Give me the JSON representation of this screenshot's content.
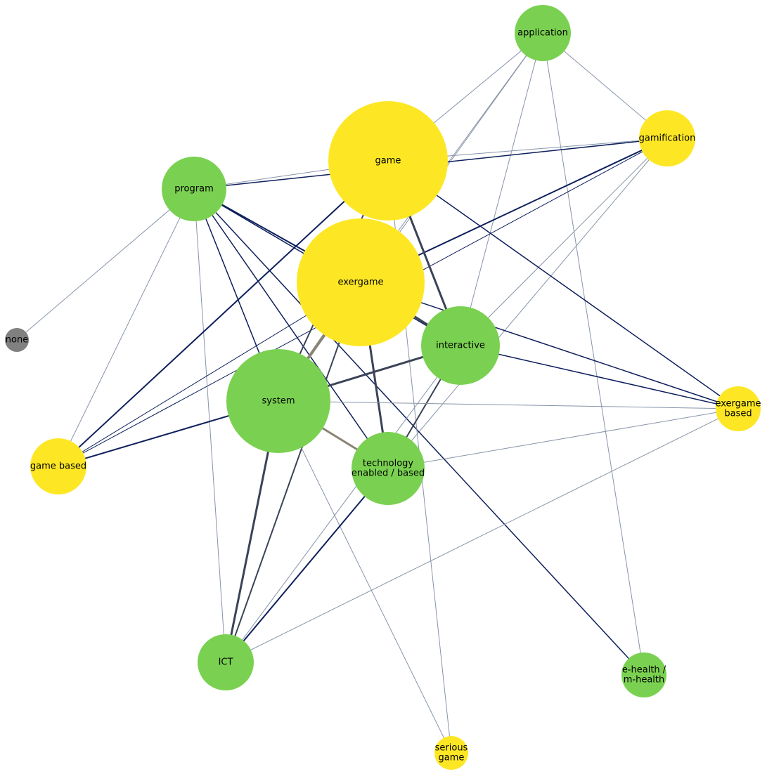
{
  "colors": {
    "group_green": "#7ad151",
    "group_yellow": "#fde725",
    "group_gray": "#808080",
    "edge_navy": "#0d1f5c",
    "edge_slate": "#3b4357",
    "edge_gray": "#8794a8",
    "edge_taupe": "#8a8572",
    "background": "#ffffff"
  },
  "nodes": [
    {
      "id": "application",
      "lines": [
        "application"
      ],
      "group": "green"
    },
    {
      "id": "gamification",
      "lines": [
        "gamification"
      ],
      "group": "yellow"
    },
    {
      "id": "game",
      "lines": [
        "game"
      ],
      "group": "yellow"
    },
    {
      "id": "program",
      "lines": [
        "program"
      ],
      "group": "green"
    },
    {
      "id": "exergame",
      "lines": [
        "exergame"
      ],
      "group": "yellow"
    },
    {
      "id": "none",
      "lines": [
        "none"
      ],
      "group": "gray"
    },
    {
      "id": "interactive",
      "lines": [
        "interactive"
      ],
      "group": "green"
    },
    {
      "id": "system",
      "lines": [
        "system"
      ],
      "group": "green"
    },
    {
      "id": "exergame-based",
      "lines": [
        "exergame",
        "based"
      ],
      "group": "yellow"
    },
    {
      "id": "game-based",
      "lines": [
        "game based"
      ],
      "group": "yellow"
    },
    {
      "id": "technology",
      "lines": [
        "technology",
        "enabled / based"
      ],
      "group": "green"
    },
    {
      "id": "ict",
      "lines": [
        "ICT"
      ],
      "group": "green"
    },
    {
      "id": "ehealth",
      "lines": [
        "e-health /",
        "m-health"
      ],
      "group": "green"
    },
    {
      "id": "serious-game",
      "lines": [
        "serious",
        "game"
      ],
      "group": "yellow"
    }
  ],
  "edges": [
    {
      "source": "application",
      "target": "game",
      "tone": "gray",
      "weight": 1
    },
    {
      "source": "application",
      "target": "exergame",
      "tone": "gray",
      "weight": 1
    },
    {
      "source": "application",
      "target": "gamification",
      "tone": "gray",
      "weight": 1
    },
    {
      "source": "application",
      "target": "interactive",
      "tone": "gray",
      "weight": 1
    },
    {
      "source": "application",
      "target": "system",
      "tone": "gray",
      "weight": 1
    },
    {
      "source": "application",
      "target": "ehealth",
      "tone": "gray",
      "weight": 1
    },
    {
      "source": "gamification",
      "target": "program",
      "tone": "navy",
      "weight": 1.5
    },
    {
      "source": "gamification",
      "target": "game",
      "tone": "gray",
      "weight": 1
    },
    {
      "source": "gamification",
      "target": "exergame",
      "tone": "navy",
      "weight": 2
    },
    {
      "source": "gamification",
      "target": "game-based",
      "tone": "navy",
      "weight": 1
    },
    {
      "source": "gamification",
      "target": "technology",
      "tone": "gray",
      "weight": 1
    },
    {
      "source": "gamification",
      "target": "interactive",
      "tone": "gray",
      "weight": 1
    },
    {
      "source": "program",
      "target": "game",
      "tone": "gray",
      "weight": 1
    },
    {
      "source": "program",
      "target": "none",
      "tone": "gray",
      "weight": 1
    },
    {
      "source": "program",
      "target": "game-based",
      "tone": "gray",
      "weight": 1
    },
    {
      "source": "program",
      "target": "ict",
      "tone": "gray",
      "weight": 1
    },
    {
      "source": "program",
      "target": "system",
      "tone": "navy",
      "weight": 1.5
    },
    {
      "source": "program",
      "target": "technology",
      "tone": "navy",
      "weight": 1.5
    },
    {
      "source": "program",
      "target": "exergame",
      "tone": "navy",
      "weight": 2
    },
    {
      "source": "program",
      "target": "interactive",
      "tone": "navy",
      "weight": 1.5
    },
    {
      "source": "program",
      "target": "ehealth",
      "tone": "navy",
      "weight": 1.5
    },
    {
      "source": "game",
      "target": "interactive",
      "tone": "slate",
      "weight": 3
    },
    {
      "source": "game",
      "target": "exergame-based",
      "tone": "navy",
      "weight": 1.5
    },
    {
      "source": "game",
      "target": "game-based",
      "tone": "navy",
      "weight": 2
    },
    {
      "source": "game",
      "target": "system",
      "tone": "slate",
      "weight": 2
    },
    {
      "source": "game",
      "target": "serious-game",
      "tone": "gray",
      "weight": 1
    },
    {
      "source": "exergame",
      "target": "system",
      "tone": "taupe",
      "weight": 4
    },
    {
      "source": "exergame",
      "target": "interactive",
      "tone": "slate",
      "weight": 3
    },
    {
      "source": "exergame",
      "target": "technology",
      "tone": "slate",
      "weight": 3
    },
    {
      "source": "exergame",
      "target": "exergame-based",
      "tone": "navy",
      "weight": 1.5
    },
    {
      "source": "exergame",
      "target": "game-based",
      "tone": "navy",
      "weight": 1
    },
    {
      "source": "exergame",
      "target": "ict",
      "tone": "slate",
      "weight": 2
    },
    {
      "source": "interactive",
      "target": "system",
      "tone": "slate",
      "weight": 3
    },
    {
      "source": "interactive",
      "target": "technology",
      "tone": "slate",
      "weight": 2
    },
    {
      "source": "interactive",
      "target": "exergame-based",
      "tone": "navy",
      "weight": 1.5
    },
    {
      "source": "interactive",
      "target": "ict",
      "tone": "gray",
      "weight": 1
    },
    {
      "source": "system",
      "target": "technology",
      "tone": "taupe",
      "weight": 3
    },
    {
      "source": "system",
      "target": "game-based",
      "tone": "navy",
      "weight": 2
    },
    {
      "source": "system",
      "target": "ict",
      "tone": "slate",
      "weight": 3
    },
    {
      "source": "system",
      "target": "exergame-based",
      "tone": "gray",
      "weight": 1
    },
    {
      "source": "system",
      "target": "serious-game",
      "tone": "gray",
      "weight": 1
    },
    {
      "source": "technology",
      "target": "ict",
      "tone": "navy",
      "weight": 2
    },
    {
      "source": "technology",
      "target": "exergame-based",
      "tone": "gray",
      "weight": 1
    },
    {
      "source": "exergame-based",
      "target": "ict",
      "tone": "gray",
      "weight": 1
    }
  ]
}
